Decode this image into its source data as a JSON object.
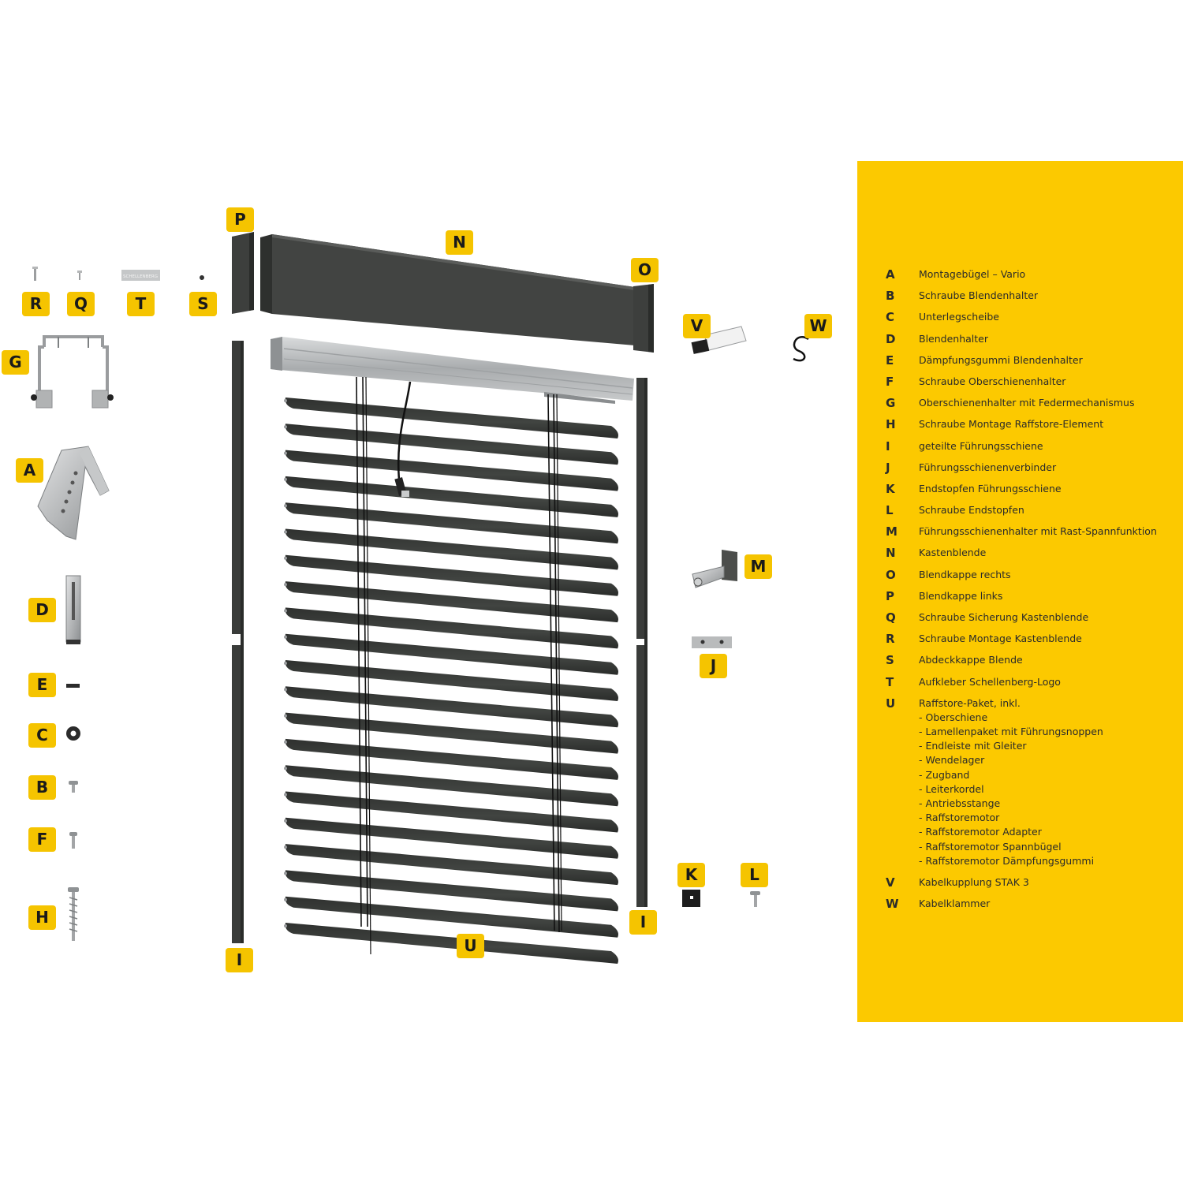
{
  "colors": {
    "accent_yellow": "#fcc900",
    "label_yellow": "#f5c400",
    "slat_dark": "#3b3d3b",
    "rail_silver": "#b8babb",
    "text": "#2a2a2a"
  },
  "legend": [
    {
      "letter": "A",
      "label": "Montagebügel – Vario"
    },
    {
      "letter": "B",
      "label": "Schraube Blendenhalter"
    },
    {
      "letter": "C",
      "label": "Unterlegscheibe"
    },
    {
      "letter": "D",
      "label": "Blendenhalter"
    },
    {
      "letter": "E",
      "label": "Dämpfungsgummi Blendenhalter"
    },
    {
      "letter": "F",
      "label": "Schraube Oberschienenhalter"
    },
    {
      "letter": "G",
      "label": "Oberschienenhalter mit Federmechanismus"
    },
    {
      "letter": "H",
      "label": "Schraube Montage Raffstore-Element"
    },
    {
      "letter": "I",
      "label": "geteilte Führungsschiene"
    },
    {
      "letter": "J",
      "label": "Führungsschienenverbinder"
    },
    {
      "letter": "K",
      "label": "Endstopfen Führungsschiene"
    },
    {
      "letter": "L",
      "label": "Schraube Endstopfen"
    },
    {
      "letter": "M",
      "label": "Führungsschienenhalter mit Rast-Spannfunktion"
    },
    {
      "letter": "N",
      "label": "Kastenblende"
    },
    {
      "letter": "O",
      "label": "Blendkappe rechts"
    },
    {
      "letter": "P",
      "label": "Blendkappe links"
    },
    {
      "letter": "Q",
      "label": "Schraube Sicherung Kastenblende"
    },
    {
      "letter": "R",
      "label": "Schraube Montage Kastenblende"
    },
    {
      "letter": "S",
      "label": "Abdeckkappe Blende"
    },
    {
      "letter": "T",
      "label": "Aufkleber Schellenberg-Logo"
    },
    {
      "letter": "U",
      "label": "Raffstore-Paket, inkl.",
      "sub": [
        "- Oberschiene",
        "- Lamellenpaket mit Führungsnoppen",
        "- Endleiste mit Gleiter",
        "- Wendelager",
        "- Zugband",
        "- Leiterkordel",
        "- Antriebsstange",
        "- Raffstoremotor",
        "- Raffstoremotor Adapter",
        "- Raffstoremotor Spannbügel",
        "- Raffstoremotor Dämpfungsgummi"
      ]
    },
    {
      "letter": "V",
      "label": "Kabelkupplung STAK 3"
    },
    {
      "letter": "W",
      "label": "Kabelklammer"
    }
  ],
  "tags": {
    "p": "P",
    "n": "N",
    "o": "O",
    "r": "R",
    "q": "Q",
    "t": "T",
    "s": "S",
    "g": "G",
    "a": "A",
    "d": "D",
    "e": "E",
    "c": "C",
    "b": "B",
    "f": "F",
    "h": "H",
    "i_left": "I",
    "i_right": "I",
    "u": "U",
    "v": "V",
    "w": "W",
    "m": "M",
    "j": "J",
    "k": "K",
    "l": "L"
  },
  "sticker_text": "SCHELLENBERG",
  "slat_count": 21
}
